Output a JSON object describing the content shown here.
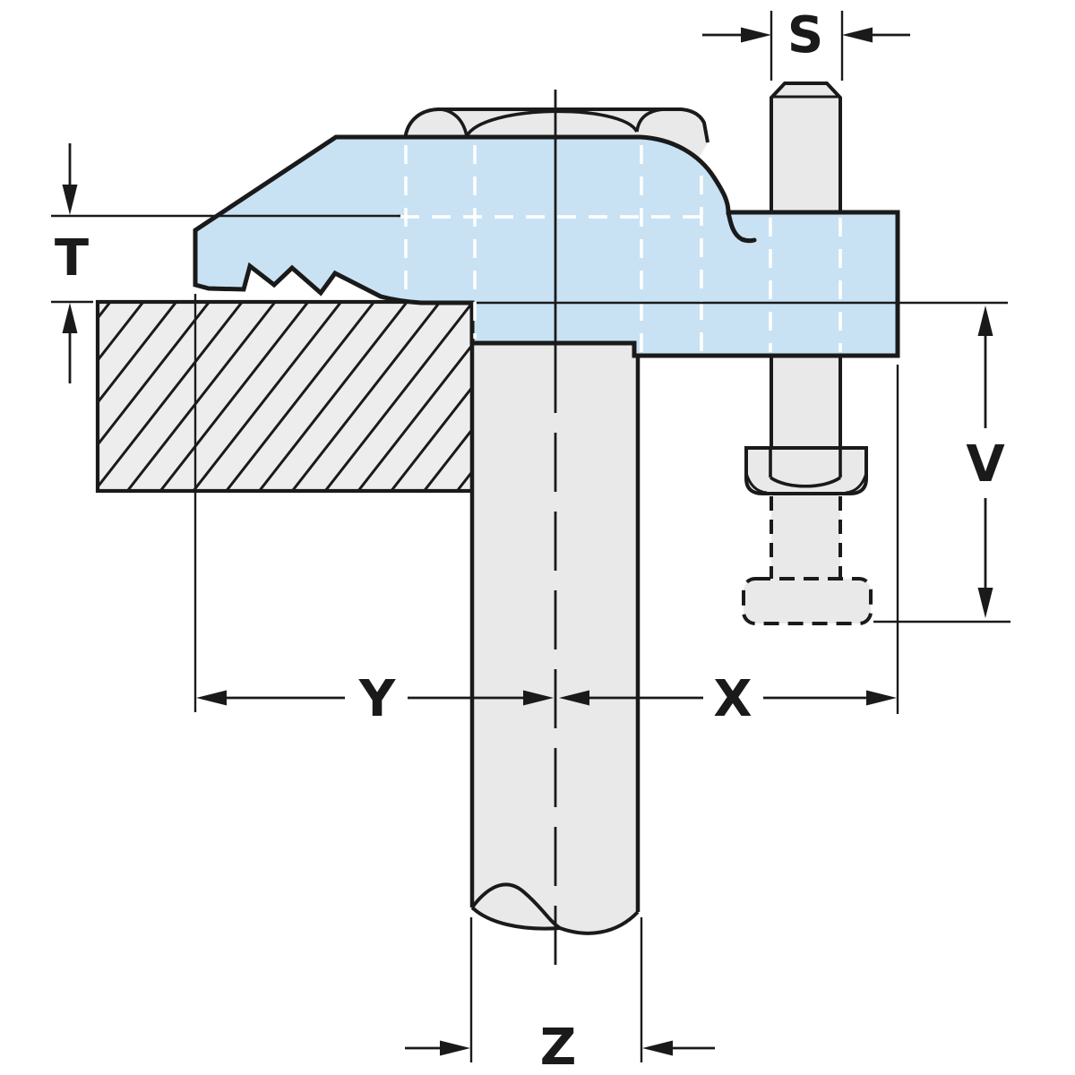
{
  "diagram": {
    "kind": "engineering-section-drawing-clamp-strap",
    "labels": {
      "s": "S",
      "t": "T",
      "v": "V",
      "x": "X",
      "y": "Y",
      "z": "Z"
    },
    "colors": {
      "clamp_blue": "#c8e2f4",
      "metal_gray": "#e9e9e9",
      "workpiece_gray": "#ededed",
      "outline_black": "#1a1a1a",
      "hidden_line_white": "#ffffff",
      "background": "#ffffff"
    }
  }
}
